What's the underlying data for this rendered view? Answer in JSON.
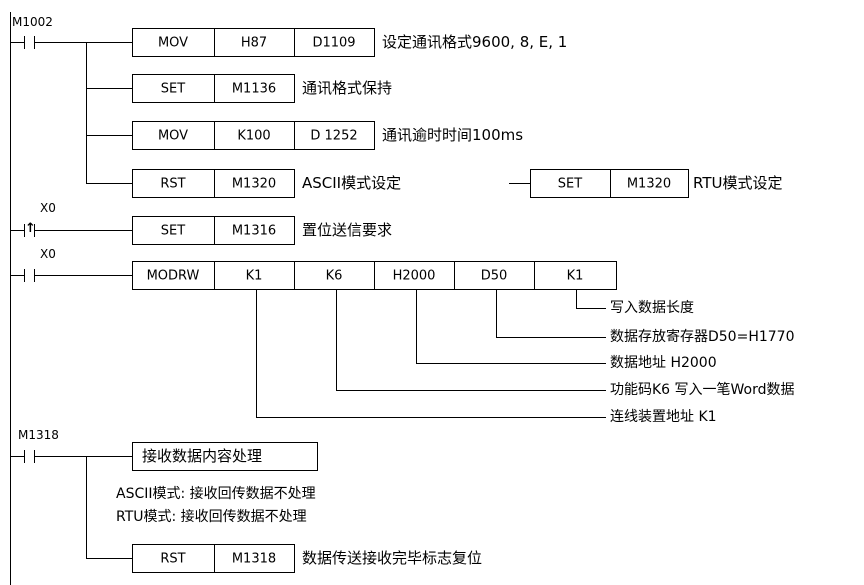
{
  "rung1": {
    "contact": "M1002",
    "mov_d1109": {
      "op": "MOV",
      "src": "H87",
      "dst": "D1109",
      "comment": "设定通讯格式9600, 8, E, 1"
    },
    "set_m1136": {
      "op": "SET",
      "dev": "M1136",
      "comment": "通讯格式保持"
    },
    "mov_d1252": {
      "op": "MOV",
      "src": "K100",
      "dst": "D 1252",
      "comment": "通讯逾时时间100ms"
    },
    "rst_m1320": {
      "op": "RST",
      "dev": "M1320",
      "comment": "ASCII模式设定"
    },
    "set_m1320_alt": {
      "op": "SET",
      "dev": "M1320",
      "comment": "RTU模式设定"
    }
  },
  "rung2": {
    "contact": "X0",
    "contact_symbol": "↑",
    "set_m1316": {
      "op": "SET",
      "dev": "M1316",
      "comment": "置位送信要求"
    }
  },
  "rung3": {
    "contact": "X0",
    "modrw": {
      "op": "MODRW",
      "args": [
        "K1",
        "K6",
        "H2000",
        "D50",
        "K1"
      ],
      "annotations": [
        "写入数据长度",
        "数据存放寄存器D50=H1770",
        "数据地址 H2000",
        "功能码K6 写入一笔Word数据",
        "连线装置地址 K1"
      ]
    }
  },
  "rung4": {
    "contact": "M1318",
    "process_box": "接收数据内容处理",
    "note_ascii": "ASCII模式: 接收回传数据不处理",
    "note_rtu": "RTU模式: 接收回传数据不处理",
    "rst_m1318": {
      "op": "RST",
      "dev": "M1318",
      "comment": "数据传送接收完毕标志复位"
    }
  }
}
